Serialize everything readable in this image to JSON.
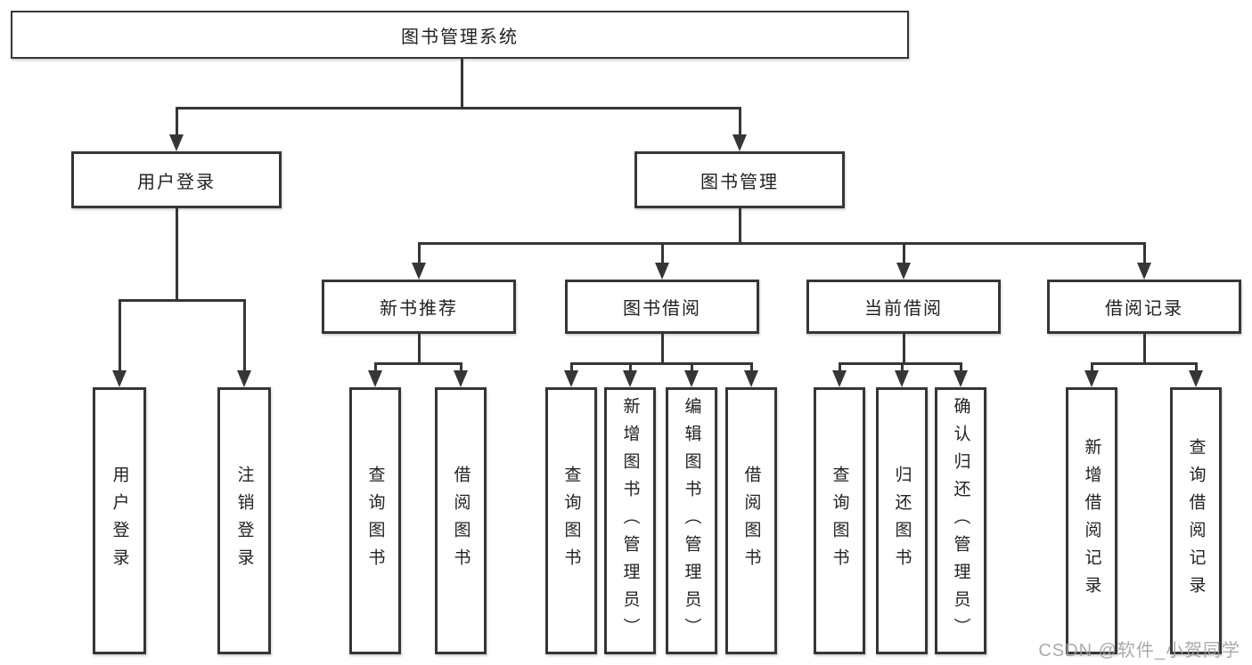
{
  "diagram": {
    "title": "图书管理系统",
    "line_color": "#363636",
    "text_color": "#222222",
    "background_color": "#ffffff",
    "watermark": "CSDN @软件_小贺同学",
    "tree": {
      "root": {
        "label": "图书管理系统",
        "children": [
          {
            "label": "用户登录",
            "children": [
              {
                "label": "用户登录"
              },
              {
                "label": "注销登录"
              }
            ]
          },
          {
            "label": "图书管理",
            "children": [
              {
                "label": "新书推荐",
                "children": [
                  {
                    "label": "查询图书"
                  },
                  {
                    "label": "借阅图书"
                  }
                ]
              },
              {
                "label": "图书借阅",
                "children": [
                  {
                    "label": "查询图书"
                  },
                  {
                    "label": "新增图书（管理员）"
                  },
                  {
                    "label": "编辑图书（管理员）"
                  },
                  {
                    "label": "借阅图书"
                  }
                ]
              },
              {
                "label": "当前借阅",
                "children": [
                  {
                    "label": "查询图书"
                  },
                  {
                    "label": "归还图书"
                  },
                  {
                    "label": "确认归还（管理员）"
                  }
                ]
              },
              {
                "label": "借阅记录",
                "children": [
                  {
                    "label": "新增借阅记录"
                  },
                  {
                    "label": "查询借阅记录"
                  }
                ]
              }
            ]
          }
        ]
      }
    }
  }
}
